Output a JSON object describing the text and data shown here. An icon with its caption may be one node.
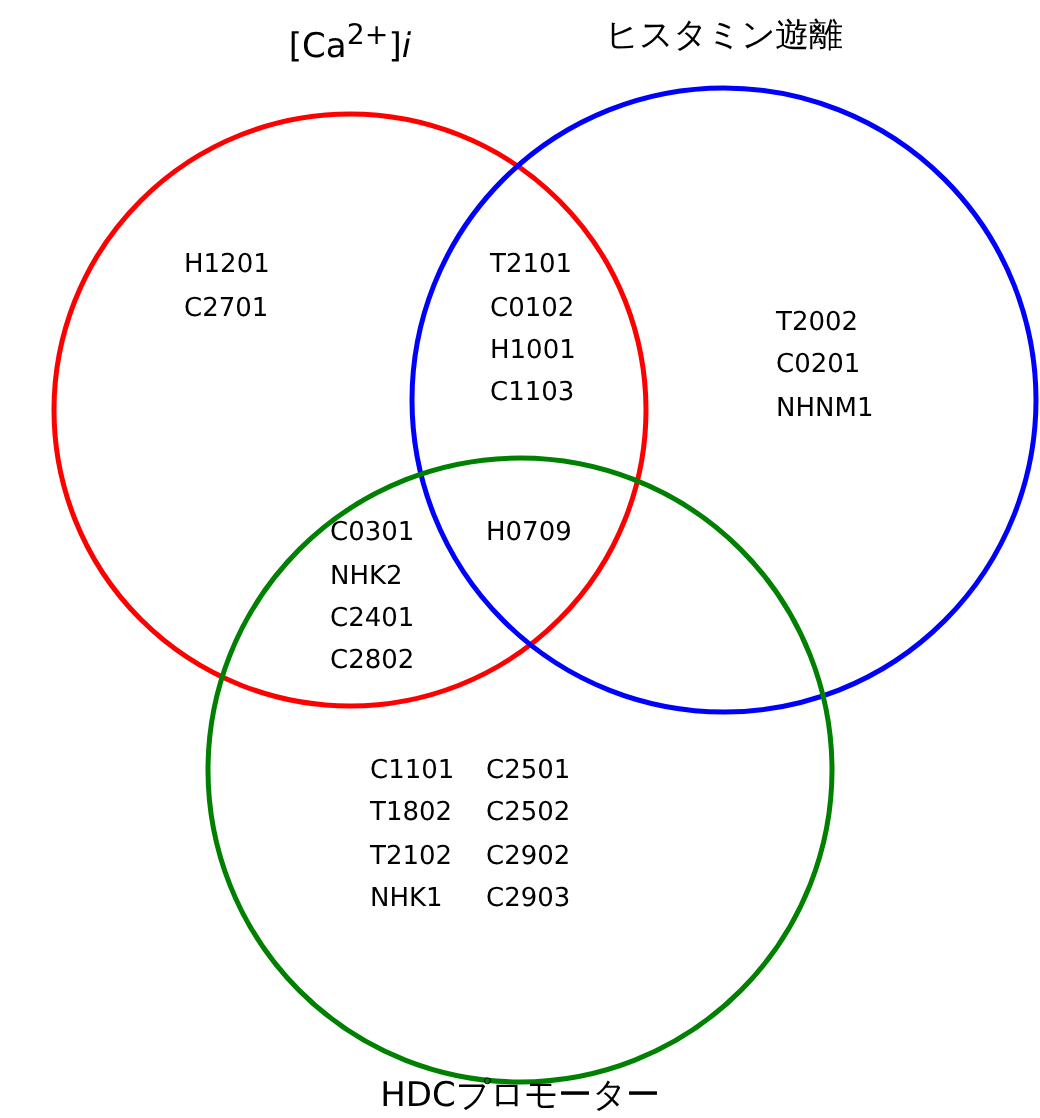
{
  "diagram": {
    "nodes": [
      {
        "text": [
          "[Ca$^{2+}$]*i*"
        ]
      },
      {
        "text": [
          "ヒスタミン遊離"
        ]
      },
      {
        "text": [
          "HDCプロモーター"
        ]
      }
    ],
    "labels": [
      "H1201",
      "C2701",
      "T2101",
      "C0102",
      "H1001",
      "C1103",
      "T2002",
      "C0201",
      "NHNM1",
      "C0301",
      "NHK2",
      "C2401",
      "C2802",
      "H0709",
      "C1101",
      "C2501",
      "T1802",
      "C2502",
      "T2102",
      "C2902",
      "NHK1",
      "C2903"
    ]
  }
}
